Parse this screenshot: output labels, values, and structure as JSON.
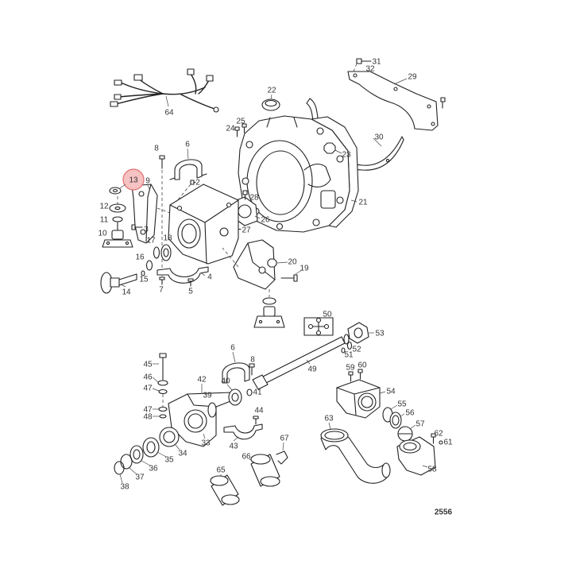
{
  "callouts": {
    "upper": [
      "31",
      "32",
      "29",
      "22",
      "64",
      "25",
      "24",
      "30",
      "6",
      "8",
      "23",
      "9",
      "2",
      "28",
      "21",
      "12",
      "26",
      "11",
      "27",
      "10",
      "3",
      "17",
      "18",
      "16",
      "15",
      "14",
      "7",
      "5",
      "4",
      "20",
      "19"
    ],
    "lower": [
      "50",
      "53",
      "52",
      "51",
      "6",
      "8",
      "45",
      "49",
      "59",
      "60",
      "46",
      "42",
      "40",
      "47",
      "41",
      "54",
      "39",
      "55",
      "47",
      "48",
      "44",
      "56",
      "57",
      "63",
      "33",
      "43",
      "62",
      "61",
      "67",
      "34",
      "35",
      "66",
      "36",
      "58",
      "65",
      "37",
      "38"
    ]
  },
  "highlight": {
    "label": "13",
    "fill": "#f6c2c2",
    "stroke": "#e07070"
  },
  "drawing_number": "2556",
  "colors": {
    "line": "#222222",
    "label": "#333333",
    "background": "#ffffff"
  }
}
